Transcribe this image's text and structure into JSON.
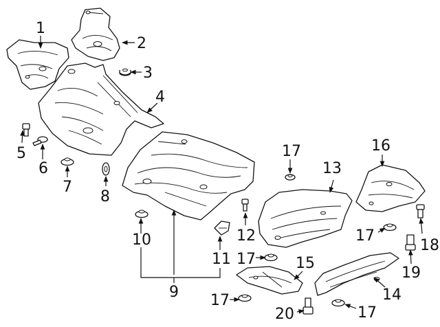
{
  "diagram": {
    "callouts": {
      "c1": "1",
      "c2": "2",
      "c3": "3",
      "c4": "4",
      "c5": "5",
      "c6": "6",
      "c7": "7",
      "c8": "8",
      "c9": "9",
      "c10": "10",
      "c11": "11",
      "c12": "12",
      "c13": "13",
      "c14": "14",
      "c15": "15",
      "c16": "16",
      "c17a": "17",
      "c17b": "17",
      "c17c": "17",
      "c17d": "17",
      "c17e": "17",
      "c18": "18",
      "c19": "19",
      "c20": "20"
    }
  }
}
